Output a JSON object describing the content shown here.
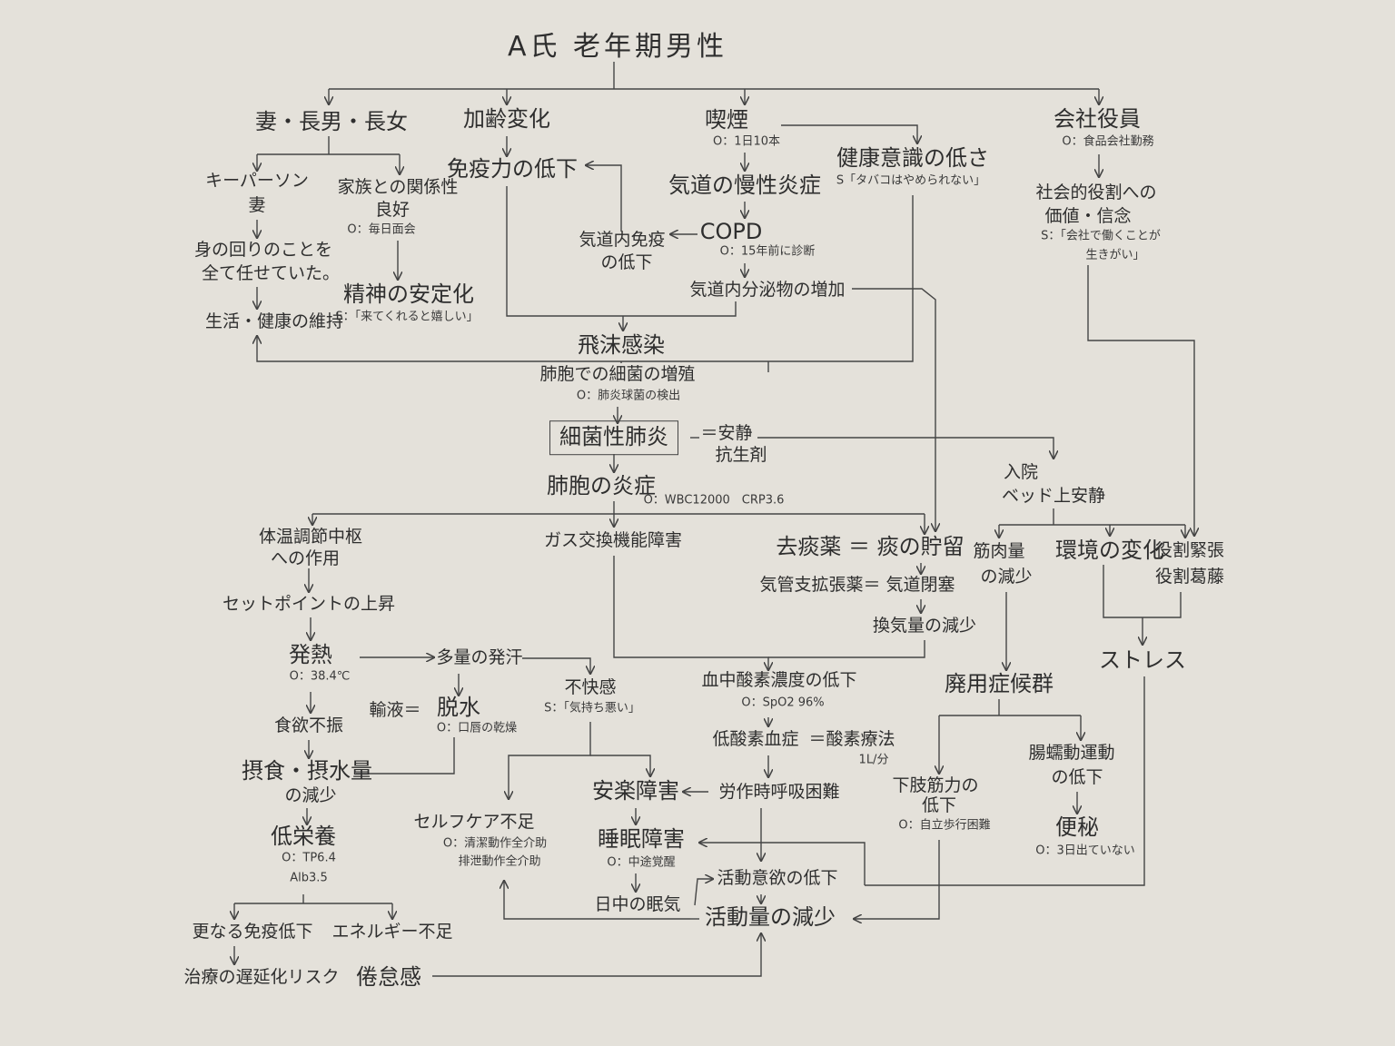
{
  "title": "A氏 老年期男性",
  "nodes": {
    "family": "妻・長男・長女",
    "kp1": "キーパーソン",
    "kp2": "妻",
    "entrust1": "身の回りのことを",
    "entrust2": "全て任せていた。",
    "maintain": "生活・健康の維持",
    "famrel1": "家族との関係性",
    "famrel2": "良好",
    "famrel_o": "O：毎日面会",
    "mental": "精神の安定化",
    "mental_s": "S：「来てくれると嬉しい」",
    "aging": "加齢変化",
    "immune": "免疫力の低下",
    "airimm1": "気道内免疫",
    "airimm2": "の低下",
    "smoking": "喫煙",
    "smoking_o": "O：1日10本",
    "chronic": "気道の慢性炎症",
    "copd": "COPD",
    "copd_o": "O：15年前に診断",
    "secretion": "気道内分泌物の増加",
    "health": "健康意識の低さ",
    "health_s": "S「タバコはやめられない」",
    "company": "会社役員",
    "company_o": "O：食品会社勤務",
    "social1": "社会的役割への",
    "social2": "価値・信念",
    "social_s1": "S：「会社で働くことが",
    "social_s2": "生きがい」",
    "droplet": "飛沫感染",
    "bacteria": "肺胞での細菌の増殖",
    "bacteria_o": "O：肺炎球菌の検出",
    "pneumonia": "細菌性肺炎",
    "rest_abx1": "＝安静",
    "rest_abx2": "抗生剤",
    "alveoli": "肺胞の炎症",
    "alveoli_o": "O：WBC12000　CRP3.6",
    "thermo1": "体温調節中枢",
    "thermo2": "への作用",
    "setpoint": "セットポイントの上昇",
    "fever": "発熱",
    "fever_o": "O：38.4℃",
    "anorexia": "食欲不振",
    "intake1": "摂食・摂水量",
    "intake2": "の減少",
    "lownut": "低栄養",
    "lownut_o1": "O：TP6.4",
    "lownut_o2": "Alb3.5",
    "immune2": "更なる免疫低下",
    "delay": "治療の遅延化リスク",
    "energy": "エネルギー不足",
    "fatigue": "倦怠感",
    "sweat": "多量の発汗",
    "infusion": "輸液＝",
    "dehydration": "脱水",
    "dehyd_o": "O：口唇の乾燥",
    "discomfort": "不快感",
    "discomfort_s": "S：「気持ち悪い」",
    "gas": "ガス交換機能障害",
    "expect": "去痰薬 ＝ 痰の貯留",
    "bronch": "気管支拡張薬＝ 気道閉塞",
    "vent": "換気量の減少",
    "spo2": "血中酸素濃度の低下",
    "spo2_o": "O：SpO2 96%",
    "hypox": "低酸素血症",
    "o2therapy": "＝酸素療法",
    "o2flow": "1L/分",
    "dyspnea": "労作時呼吸困難",
    "anxiety": "安楽障害",
    "selfcare": "セルフケア不足",
    "selfcare_o1": "O：清潔動作全介助",
    "selfcare_o2": "排泄動作全介助",
    "sleep": "睡眠障害",
    "sleep_o": "O：中途覚醒",
    "drowsy": "日中の眠気",
    "motivation": "活動意欲の低下",
    "activity": "活動量の減少",
    "admission1": "入院",
    "admission2": "ベッド上安静",
    "muscle1": "筋肉量",
    "muscle2": "の減少",
    "envchange": "環境の変化",
    "role1": "役割緊張",
    "role2": "役割葛藤",
    "stress": "ストレス",
    "disuse": "廃用症候群",
    "legs1": "下肢筋力の",
    "legs2": "低下",
    "legs_o": "O：自立歩行困難",
    "bowel1": "腸蠕動運動",
    "bowel2": "の低下",
    "constipation": "便秘",
    "constipation_o": "O：3日出ていない"
  }
}
